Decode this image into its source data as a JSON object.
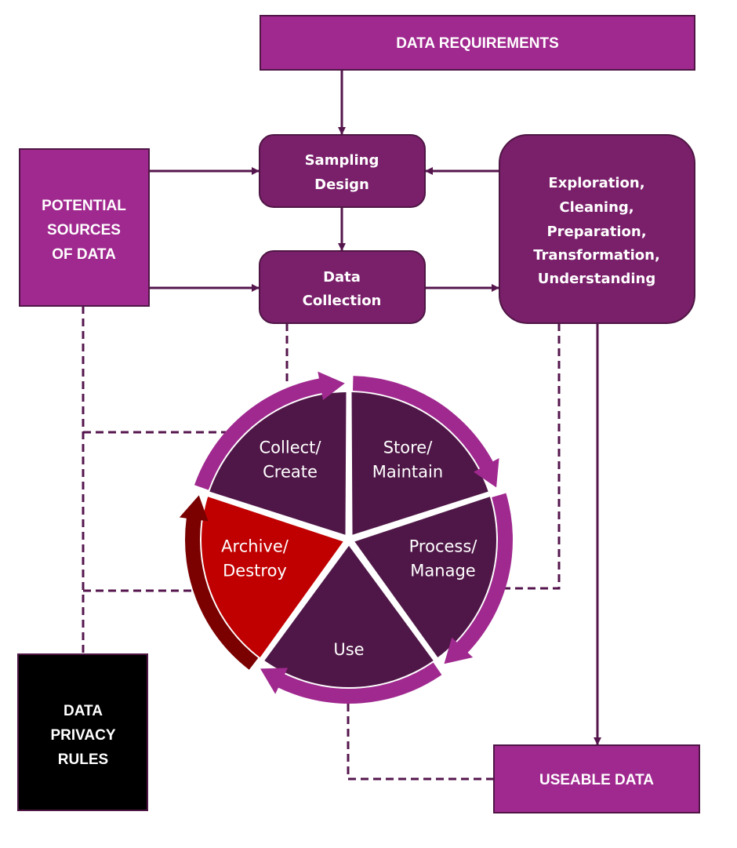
{
  "colors": {
    "magenta_box": "#a0298f",
    "plum_box": "#7a1f6a",
    "border": "#4f1645",
    "line": "#55154d",
    "cycle_segment": "#4f1747",
    "cycle_ring": "#a0298f",
    "archive_segment": "#c00000",
    "archive_ring": "#7b0000",
    "privacy_box": "#000000",
    "text": "#ffffff"
  },
  "boxes": {
    "data_requirements": {
      "lines": [
        "DATA REQUIREMENTS"
      ]
    },
    "sampling_design": {
      "lines": [
        "Sampling",
        "Design"
      ]
    },
    "data_collection": {
      "lines": [
        "Data",
        "Collection"
      ]
    },
    "potential_sources": {
      "lines": [
        "POTENTIAL",
        "SOURCES",
        "OF DATA"
      ]
    },
    "exploration": {
      "lines": [
        "Exploration,",
        "Cleaning,",
        "Preparation,",
        "Transformation,",
        "Understanding"
      ]
    },
    "privacy_rules": {
      "lines": [
        "DATA",
        "PRIVACY",
        "RULES"
      ]
    },
    "useable_data": {
      "lines": [
        "USEABLE DATA"
      ]
    }
  },
  "cycle": {
    "segments": [
      {
        "id": "collect-create",
        "lines": [
          "Collect/",
          "Create"
        ]
      },
      {
        "id": "store-maintain",
        "lines": [
          "Store/",
          "Maintain"
        ]
      },
      {
        "id": "process-manage",
        "lines": [
          "Process/",
          "Manage"
        ]
      },
      {
        "id": "use",
        "lines": [
          "Use"
        ]
      },
      {
        "id": "archive-destroy",
        "lines": [
          "Archive/",
          "Destroy"
        ]
      }
    ]
  },
  "connections": [
    {
      "from": "data_requirements",
      "to": "sampling_design",
      "style": "solid-arrow"
    },
    {
      "from": "potential_sources",
      "to": "sampling_design",
      "style": "solid-arrow"
    },
    {
      "from": "potential_sources",
      "to": "data_collection",
      "style": "solid-arrow"
    },
    {
      "from": "sampling_design",
      "to": "data_collection",
      "style": "solid-arrow"
    },
    {
      "from": "exploration",
      "to": "sampling_design",
      "style": "solid-arrow"
    },
    {
      "from": "data_collection",
      "to": "exploration",
      "style": "solid-arrow"
    },
    {
      "from": "exploration",
      "to": "useable_data",
      "style": "solid-arrow"
    },
    {
      "from": "data_collection",
      "to": "collect-create",
      "style": "dashed"
    },
    {
      "from": "potential_sources",
      "to": "privacy_rules",
      "style": "dashed"
    },
    {
      "from": "potential_sources",
      "to": "collect-create",
      "style": "dashed"
    },
    {
      "from": "privacy_rules",
      "to": "archive-destroy",
      "style": "dashed"
    },
    {
      "from": "exploration",
      "to": "process-manage",
      "style": "dashed"
    },
    {
      "from": "useable_data",
      "to": "use",
      "style": "dashed"
    }
  ]
}
